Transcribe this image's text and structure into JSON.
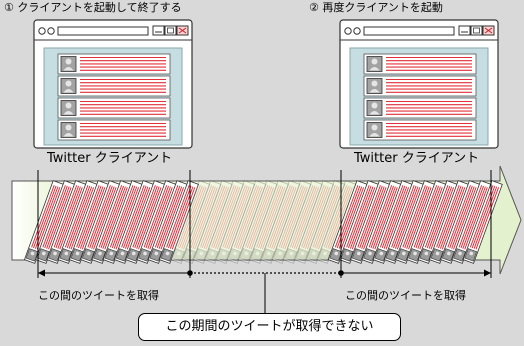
{
  "steps": {
    "first": "① クライアントを起動して終了する",
    "second": "② 再度クライアントを起動"
  },
  "clients": [
    {
      "label": "Twitter クライアント"
    },
    {
      "label": "Twitter クライアント"
    }
  ],
  "periods": {
    "left": "この間のツイートを取得",
    "right": "この間のツイートを取得"
  },
  "gap_callout": "この期間のツイートが取得できない",
  "colors": {
    "background": "#d9d9d9",
    "arrow_fill": "#e9f4d4",
    "tweet_line": "#e0303a",
    "window_frame": "#ffffff",
    "window_content": "#c6dde1"
  },
  "icons": {
    "avatar": "user-avatar-icon",
    "minimize": "minimize-icon",
    "maximize": "maximize-icon",
    "close": "close-icon"
  }
}
